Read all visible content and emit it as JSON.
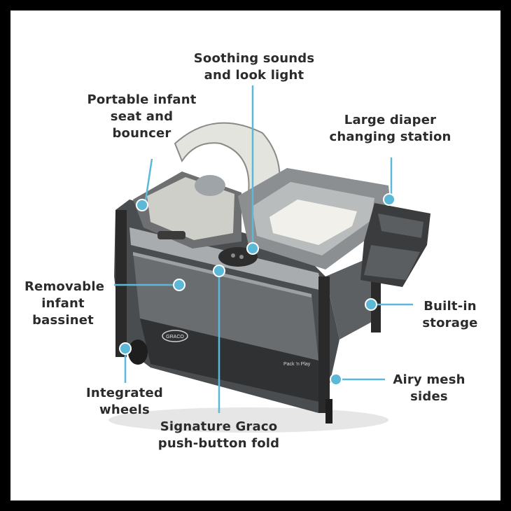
{
  "callouts": {
    "soothing": "Soothing sounds\nand look light",
    "portable": "Portable infant\nseat and\nbouncer",
    "diaper": "Large diaper\nchanging station",
    "bassinet": "Removable\ninfant\nbassinet",
    "storage": "Built-in\nstorage",
    "wheels": "Integrated\nwheels",
    "fold": "Signature Graco\npush-button fold",
    "mesh": "Airy mesh\nsides"
  },
  "brand": {
    "logo": "GRACO",
    "model": "Pack 'n Play"
  },
  "colors": {
    "accent": "#5bb8d6",
    "frame": "#2e2e2e",
    "fabric": "#d8d8d2"
  }
}
